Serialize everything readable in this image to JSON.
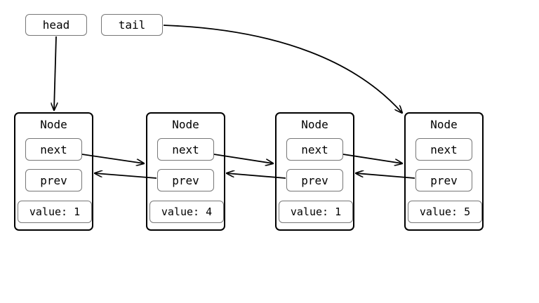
{
  "pointers": {
    "head": "head",
    "tail": "tail"
  },
  "nodes": [
    {
      "title": "Node",
      "next": "next",
      "prev": "prev",
      "value": "value: 1"
    },
    {
      "title": "Node",
      "next": "next",
      "prev": "prev",
      "value": "value: 4"
    },
    {
      "title": "Node",
      "next": "next",
      "prev": "prev",
      "value": "value: 1"
    },
    {
      "title": "Node",
      "next": "next",
      "prev": "prev",
      "value": "value: 5"
    }
  ]
}
